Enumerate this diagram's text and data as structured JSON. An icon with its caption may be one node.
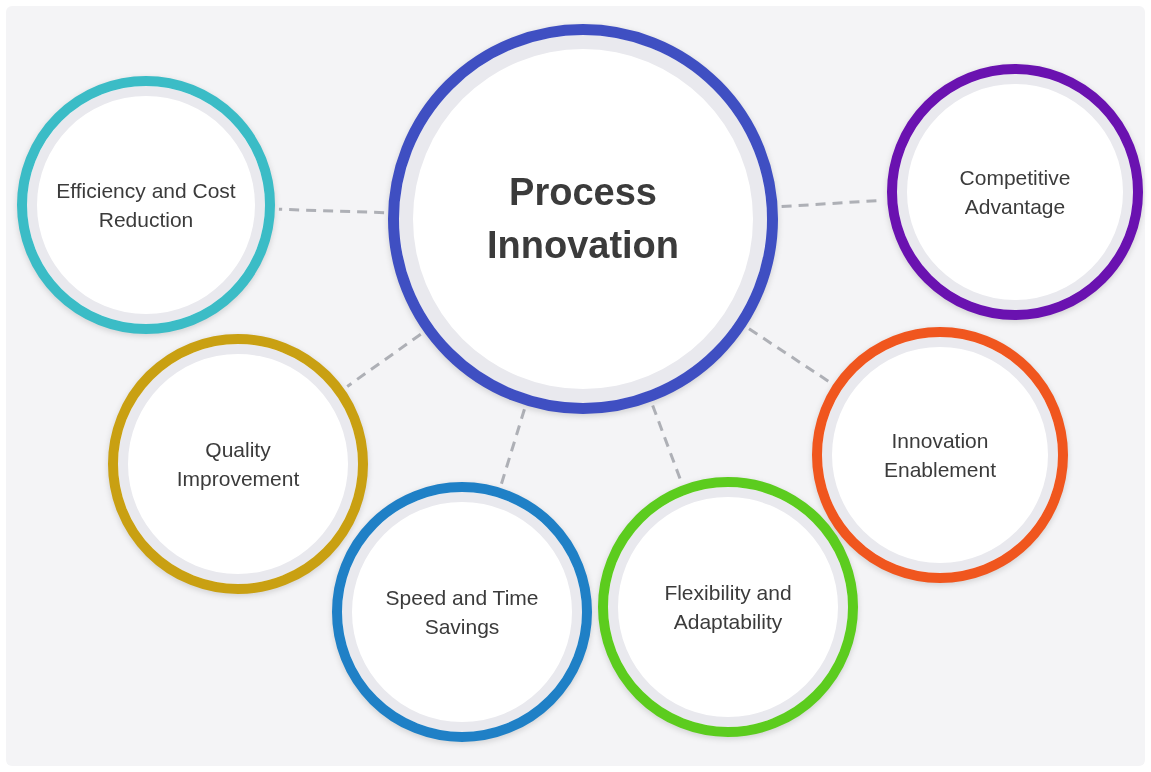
{
  "diagram": {
    "nodes": [
      {
        "text": [
          "Process Innovation"
        ]
      },
      {
        "text": [
          "Efficiency and Cost Reduction"
        ]
      },
      {
        "text": [
          "Competitive Advantage"
        ]
      },
      {
        "text": [
          "Quality Improvement"
        ]
      },
      {
        "text": [
          "Innovation Enablement"
        ]
      },
      {
        "text": [
          "Speed and Time Savings"
        ]
      },
      {
        "text": [
          "Flexibility and Adaptability"
        ]
      }
    ],
    "edges": [
      {
        "from": 0,
        "to": 1,
        "arrow": "none",
        "style": "dashed"
      },
      {
        "from": 0,
        "to": 2,
        "arrow": "none",
        "style": "dashed"
      },
      {
        "from": 0,
        "to": 3,
        "arrow": "none",
        "style": "dashed"
      },
      {
        "from": 0,
        "to": 4,
        "arrow": "none",
        "style": "dashed"
      },
      {
        "from": 0,
        "to": 5,
        "arrow": "none",
        "style": "dashed"
      },
      {
        "from": 0,
        "to": 6,
        "arrow": "none",
        "style": "dashed"
      }
    ]
  }
}
